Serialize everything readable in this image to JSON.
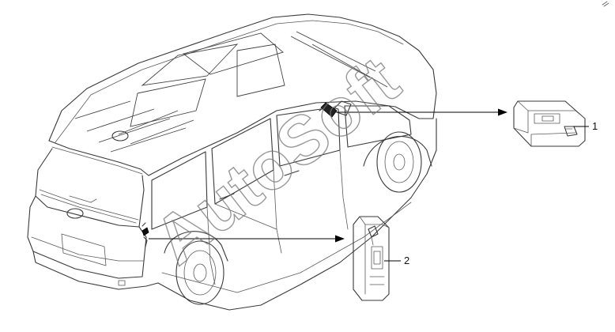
{
  "callouts": [
    {
      "id": "1",
      "label": "1"
    },
    {
      "id": "2",
      "label": "2"
    }
  ],
  "watermark": "AutoSoft"
}
